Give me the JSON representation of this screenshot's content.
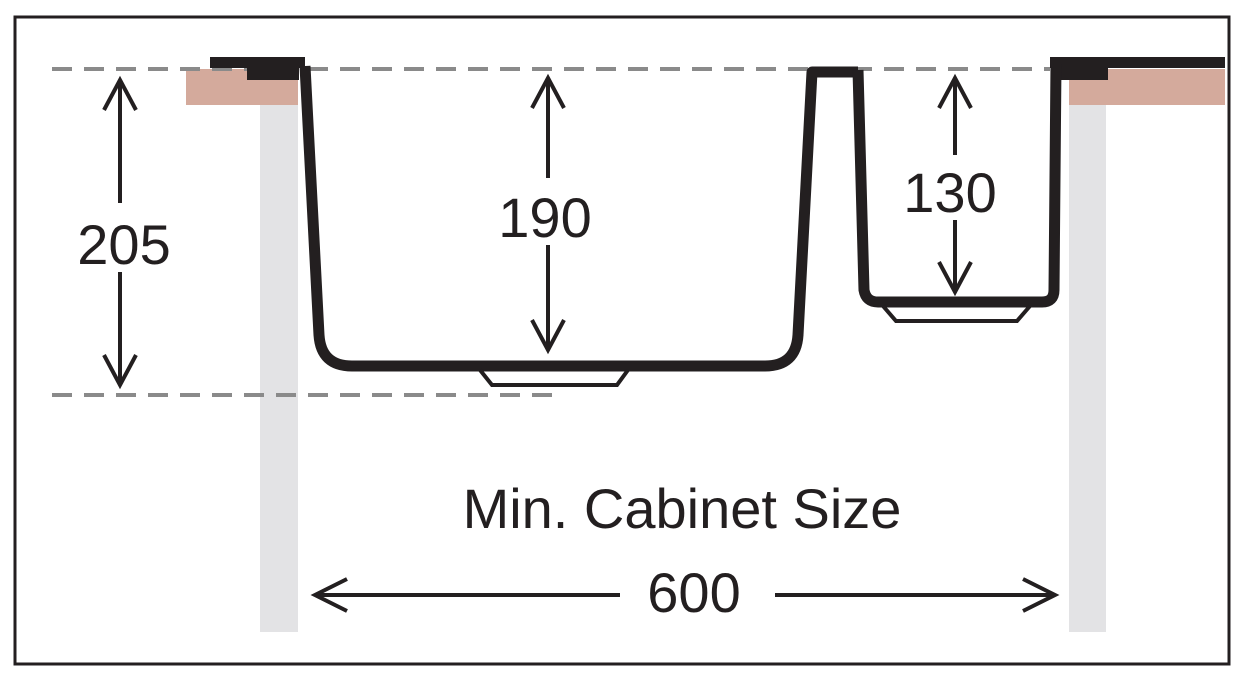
{
  "dimensions": {
    "overall_depth": "205",
    "main_bowl_depth": "190",
    "small_bowl_depth": "130",
    "cabinet_width": "600"
  },
  "caption": "Min. Cabinet Size",
  "colors": {
    "frame": "#231f20",
    "sink": "#231f20",
    "countertop": "#d4aa9c",
    "cabinet_side": "#e3e3e5",
    "guide_line": "#8a8a8a",
    "arrow": "#231f20",
    "text": "#231f20"
  }
}
